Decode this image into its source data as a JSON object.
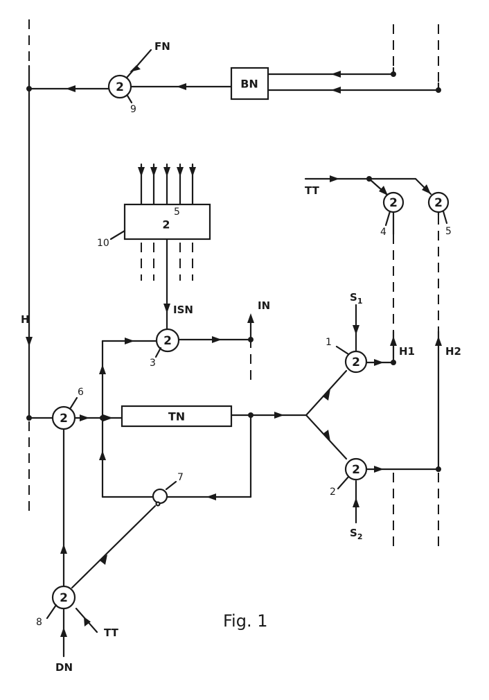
{
  "caption": "Fig. 1",
  "boxes": {
    "bn": "BN",
    "tn": "TN",
    "b10": "2",
    "b10_sup": "5"
  },
  "nodes": {
    "n1": "2",
    "n2": "2",
    "n3": "2",
    "n4": "2",
    "n5": "2",
    "n6": "2",
    "n8": "2",
    "n9": "2"
  },
  "refs": {
    "r1": "1",
    "r2": "2",
    "r3": "3",
    "r4": "4",
    "r5": "5",
    "r6": "6",
    "r7": "7",
    "r8": "8",
    "r9": "9",
    "r10": "10"
  },
  "signals": {
    "fn": "FN",
    "tt_top": "TT",
    "tt_bottom": "TT",
    "isn": "ISN",
    "in": "IN",
    "h": "H",
    "h1": "H1",
    "h2": "H2",
    "s1_letter": "S",
    "s1_sub": "1",
    "s2_letter": "S",
    "s2_sub": "2",
    "dn": "DN"
  }
}
